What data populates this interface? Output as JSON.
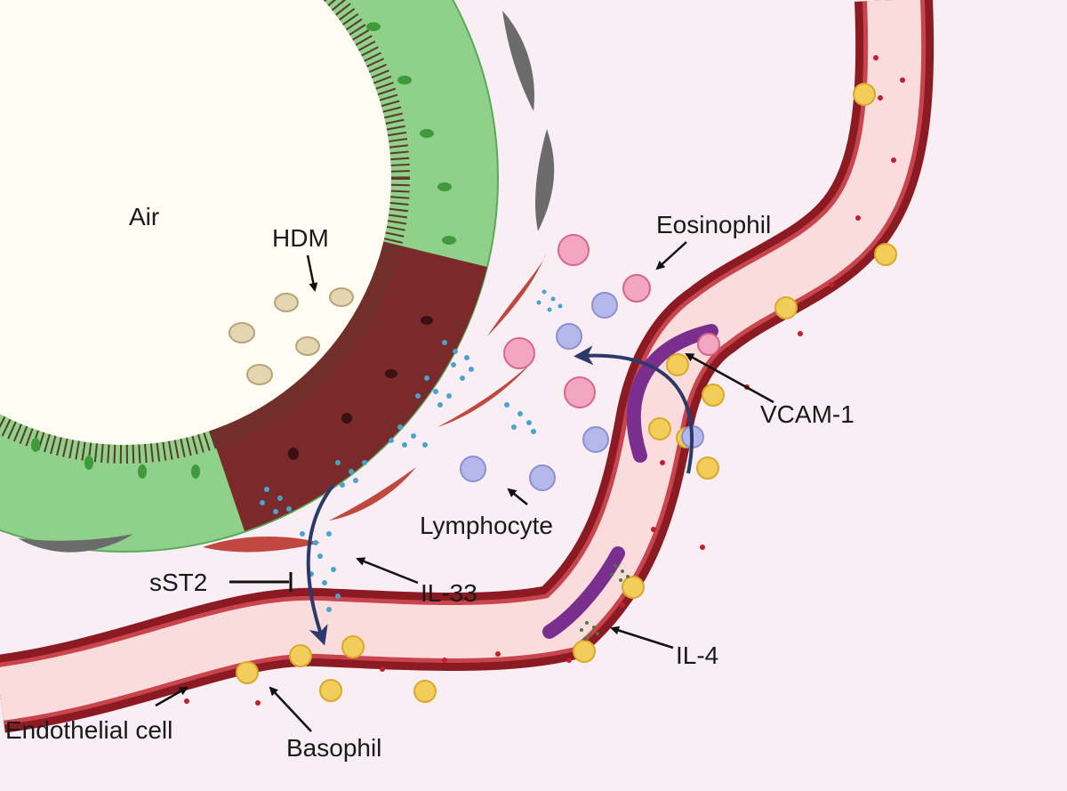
{
  "labels": {
    "air": "Air",
    "hdm": "HDM",
    "eosinophil": "Eosinophil",
    "vcam1": "VCAM-1",
    "lymphocyte": "Lymphocyte",
    "sst2": "sST2",
    "il33": "IL-33",
    "il4": "IL-4",
    "endothelial_cell": "Endothelial cell",
    "basophil": "Basophil"
  },
  "colors": {
    "background": "#f8eef4",
    "air_lumen": "#fffdf3",
    "epithelium_healthy": "#8fd18a",
    "epithelium_damaged": "#7a2a2a",
    "vessel_wall": "#8b1a22",
    "vessel_lumen": "#fbdcdc",
    "eosinophil": "#f2a6bf",
    "lymphocyte": "#b5b8ea",
    "basophil": "#f2cd5a",
    "il33_dots": "#4aa3cf",
    "vcam1": "#7a2f8e",
    "fibroblast": "#c0483e",
    "dark_cell": "#6b6b6b",
    "arrow_blue": "#2b3a6b"
  }
}
